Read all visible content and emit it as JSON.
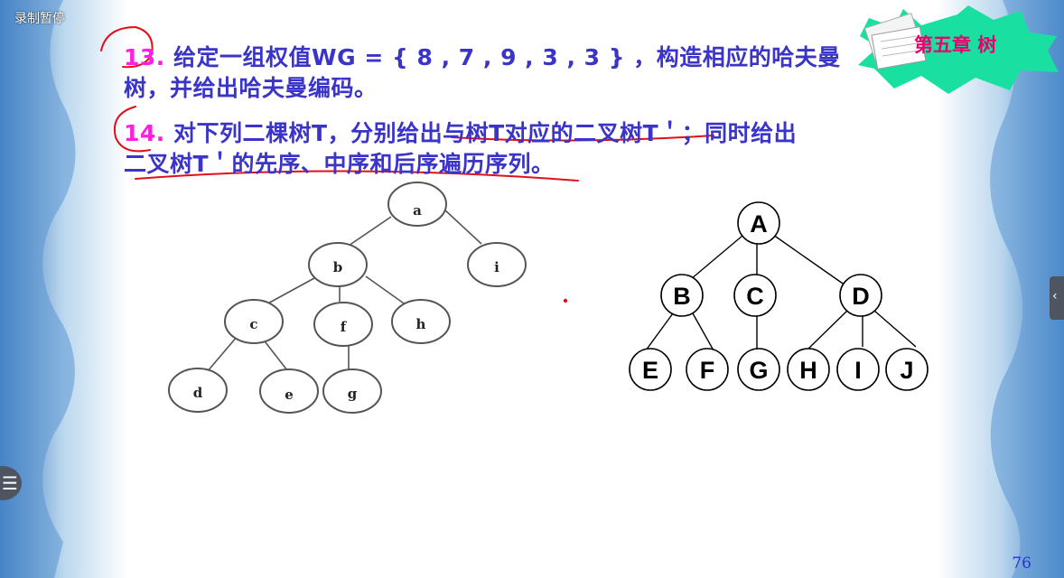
{
  "recorder": {
    "status_text": "录制暂停"
  },
  "slide": {
    "chapter_label": "第五章  树",
    "page_number": "76",
    "q13": {
      "number": "13.",
      "line1": "给定一组权值WG = { 8 , 7 , 9 , 3 , 3 } ，构造相应的哈夫曼",
      "line2": "树，并给出哈夫曼编码。"
    },
    "q14": {
      "number": "14.",
      "line1": "对下列二棵树T，分别给出与树T对应的二叉树T＇；同时给出",
      "line2": "二叉树T＇的先序、中序和后序遍历序列。"
    },
    "tree1": [
      "a",
      "b",
      "i",
      "c",
      "f",
      "h",
      "d",
      "e",
      "g"
    ],
    "tree2": [
      "A",
      "B",
      "C",
      "D",
      "E",
      "F",
      "G",
      "H",
      "I",
      "J"
    ]
  },
  "colors": {
    "question_text": "#3a34c8",
    "question_number": "#ff1fe0",
    "annotation": "#e0101a",
    "chapter_text": "#e8006e",
    "burst": "#19e0a0"
  }
}
